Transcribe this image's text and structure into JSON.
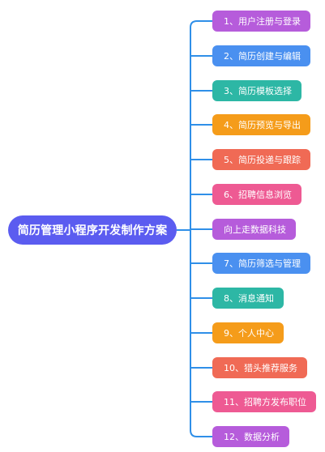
{
  "root": {
    "label": "简历管理小程序开发制作方案",
    "color": "#5B5CF0"
  },
  "connector_color": "#2F8FE8",
  "branches": [
    {
      "label": "1、用户注册与登录",
      "color": "#B65CDB"
    },
    {
      "label": "2、简历创建与编辑",
      "color": "#4A90F0"
    },
    {
      "label": "3、简历模板选择",
      "color": "#2DB7A5"
    },
    {
      "label": "4、简历预览与导出",
      "color": "#F59C1A"
    },
    {
      "label": "5、简历投递与跟踪",
      "color": "#F06A55"
    },
    {
      "label": "6、招聘信息浏览",
      "color": "#EE5A93"
    },
    {
      "label": "向上走数据科技",
      "color": "#B65CDB"
    },
    {
      "label": "7、简历筛选与管理",
      "color": "#4A90F0"
    },
    {
      "label": "8、消息通知",
      "color": "#2DB7A5"
    },
    {
      "label": "9、个人中心",
      "color": "#F59C1A"
    },
    {
      "label": "10、猎头推荐服务",
      "color": "#F06A55"
    },
    {
      "label": "11、招聘方发布职位",
      "color": "#EE5A93"
    },
    {
      "label": "12、数据分析",
      "color": "#B65CDB"
    }
  ]
}
